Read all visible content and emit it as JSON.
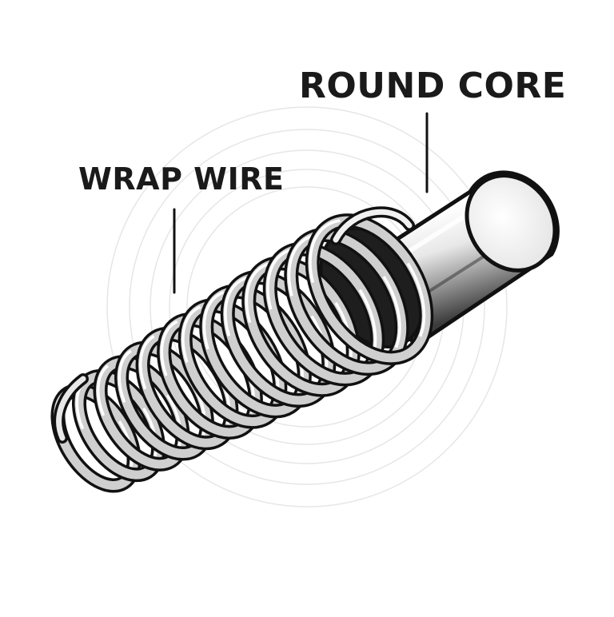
{
  "labels": {
    "round_core": "ROUND CORE",
    "wrap_wire": "WRAP WIRE"
  },
  "colors": {
    "outline": "#111111",
    "metal_light": "#f2f2f2",
    "metal_mid": "#bdbdbd",
    "metal_dark": "#555555",
    "rings": "#e4e4e4",
    "background": "#ffffff"
  },
  "components": [
    {
      "name": "round-core",
      "label_ref": "labels.round_core"
    },
    {
      "name": "wrap-wire",
      "label_ref": "labels.wrap_wire"
    }
  ]
}
